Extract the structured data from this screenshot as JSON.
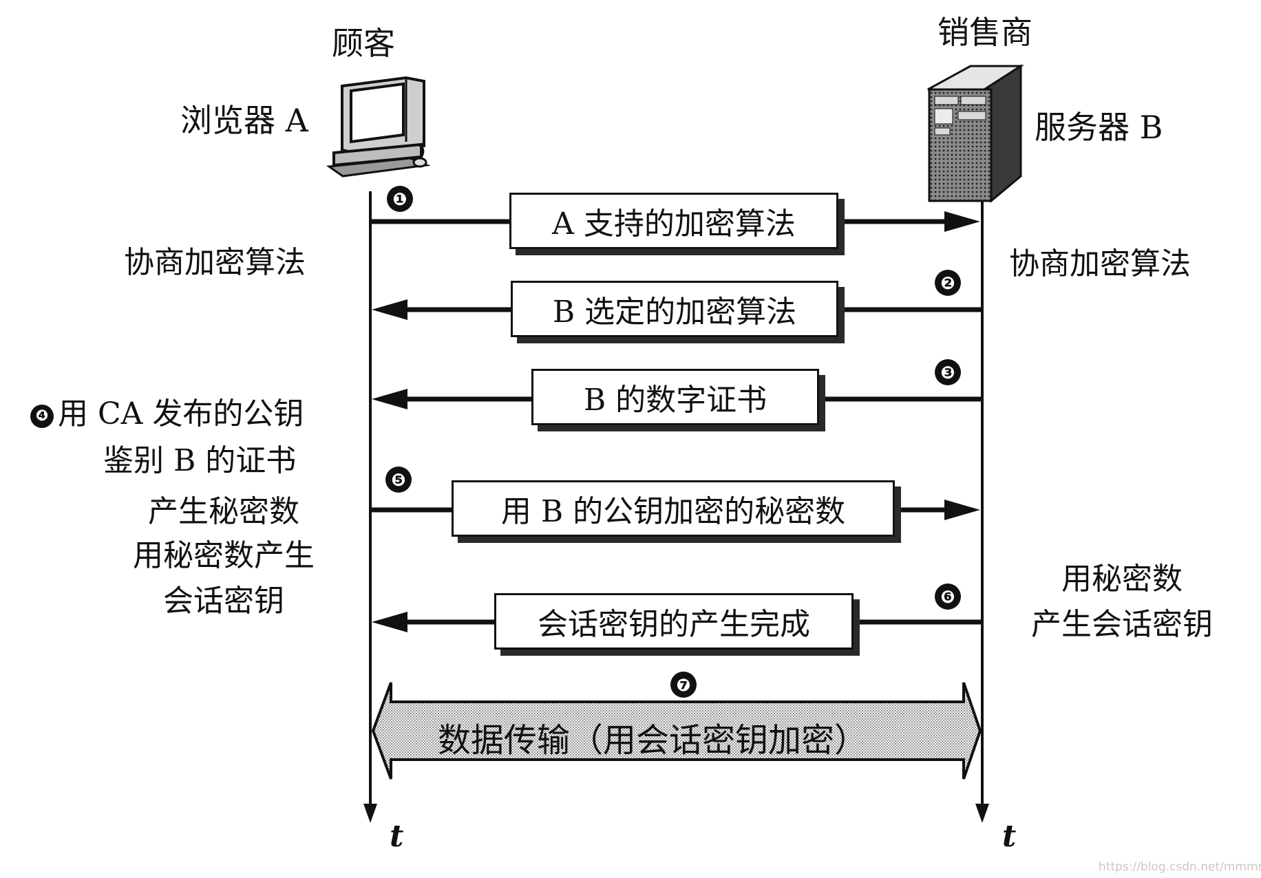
{
  "client": {
    "title": "顾客",
    "device_label": "浏览器 A",
    "icon": "computer-icon"
  },
  "vendor": {
    "title": "销售商",
    "device_label": "服务器 B",
    "icon": "server-icon"
  },
  "time_label": "t",
  "messages": [
    {
      "step": "❶",
      "text": "A 支持的加密算法"
    },
    {
      "step": "❷",
      "text": "B 选定的加密算法"
    },
    {
      "step": "❸",
      "text": "B 的数字证书"
    },
    {
      "step": "❺",
      "text": "用 B 的公钥加密的秘密数"
    },
    {
      "step": "❻",
      "text": "会话密钥的产生完成"
    }
  ],
  "data_transfer": {
    "step": "❼",
    "text": "数据传输（用会话密钥加密）"
  },
  "client_notes": {
    "negotiate": "协商加密算法",
    "verify_step": "❹",
    "verify_line1": "用 CA 发布的公钥",
    "verify_line2": "鉴别 B 的证书",
    "secret_line1": "产生秘密数",
    "secret_line2": "用秘密数产生",
    "secret_line3": "会话密钥"
  },
  "server_notes": {
    "negotiate": "协商加密算法",
    "session_line1": "用秘密数",
    "session_line2": "产生会话密钥"
  },
  "watermark": "https://blog.csdn.net/mmmmhello"
}
